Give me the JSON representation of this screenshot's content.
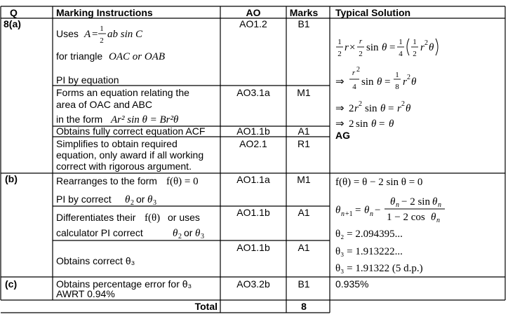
{
  "header": {
    "q": "Q",
    "marking": "Marking Instructions",
    "ao": "AO",
    "marks": "Marks",
    "solution": "Typical Solution"
  },
  "part_a": {
    "label": "8(a)",
    "uses": "Uses",
    "area_lhs": "A",
    "area_tail": "ab sin C",
    "for_triangle": "for triangle",
    "triangles": "OAC or OAB",
    "pi_equation": "PI by equation",
    "forms_line1": "Forms an equation relating the",
    "forms_line2": "area of OAC and ABC",
    "in_form": "in the form",
    "form_expr": "Ar² sin θ = Br²θ",
    "obtains_acf": "Obtains fully correct equation ACF",
    "simplify_line1": "Simplifies to obtain required",
    "simplify_line2": "equation, only award if all working",
    "simplify_line3": "correct with rigorous argument.",
    "ao_1": "AO1.2",
    "marks_1": "B1",
    "ao_2": "AO3.1a",
    "marks_2": "M1",
    "ao_3": "AO1.1b",
    "marks_3": "A1",
    "ao_4": "AO2.1",
    "marks_4": "R1",
    "ag": "AG"
  },
  "part_b": {
    "label": "(b)",
    "rearranges": "Rearranges to the form",
    "f_zero": "f(θ) = 0",
    "pi_correct": "PI by correct",
    "or": "or",
    "differentiates": "Differentiates their",
    "f_theta": "f(θ)",
    "or_uses": "or uses",
    "calculator": "calculator PI correct",
    "obtains_theta3": "Obtains correct θ₃",
    "ao_1": "AO1.1a",
    "marks_1": "M1",
    "ao_2": "AO1.1b",
    "marks_2": "A1",
    "ao_3": "AO1.1b",
    "marks_3": "A1",
    "sol_f": "f(θ) = θ − 2 sin θ = 0",
    "sol_theta2": "θ₂ = 2.094395...",
    "sol_theta3": "θ₃ = 1.913222...",
    "sol_theta3_rounded": "θ₃ = 1.91322 (5 d.p.)"
  },
  "part_c": {
    "label": "(c)",
    "line1": "Obtains percentage error for θ₃",
    "line2": "AWRT 0.94%",
    "ao": "AO3.2b",
    "marks": "B1",
    "solution": "0.935%"
  },
  "footer": {
    "total_label": "Total",
    "total_marks": "8"
  }
}
